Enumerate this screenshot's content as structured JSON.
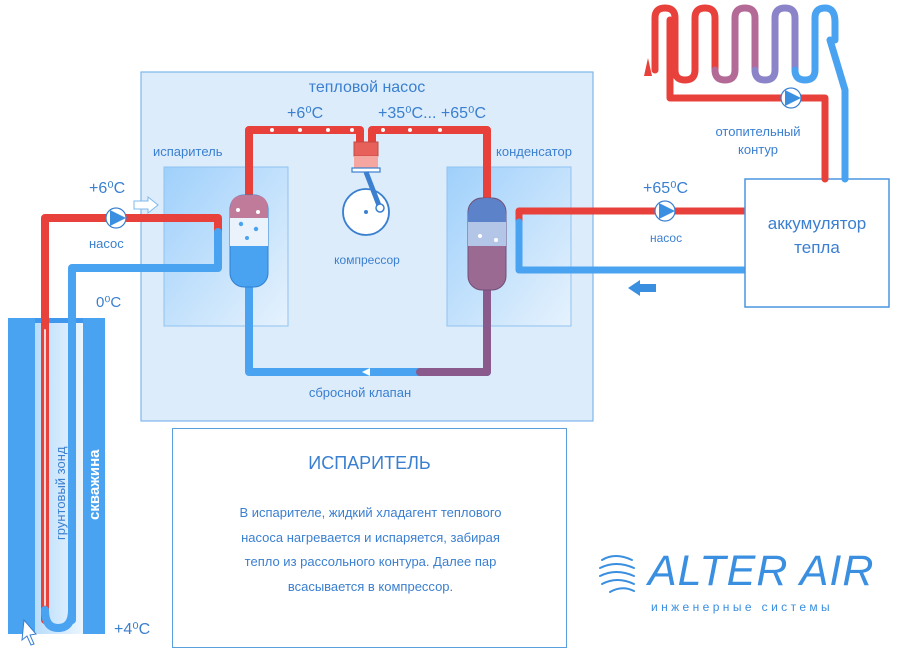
{
  "labels": {
    "heat_pump": "тепловой насос",
    "evaporator": "испаритель",
    "condenser": "конденсатор",
    "compressor": "компрессор",
    "relief_valve": "сбросной клапан",
    "pump_left": "насос",
    "pump_right": "насос",
    "heating_circuit_line1": "отопительный",
    "heating_circuit_line2": "контур",
    "accumulator_line1": "аккумулятор",
    "accumulator_line2": "тепла",
    "ground_probe": "грунтовый зонд",
    "well": "скважина"
  },
  "temperatures": {
    "evap_out": "+6⁰C",
    "comp_out": "+35⁰C... +65⁰C",
    "left_supply": "+6⁰C",
    "ground_top": "0⁰C",
    "ground_bottom": "+4⁰C",
    "right_supply": "+65⁰C"
  },
  "info": {
    "title": "ИСПАРИТЕЛЬ",
    "body": "В испарителе, жидкий хладагент теплового насоса нагревается и испаряется, забирая тепло из рассольного контура. Далее пар всасывается в компрессор."
  },
  "logo": {
    "name": "ALTER AIR",
    "tagline": "инженерные системы"
  },
  "colors": {
    "accent": "#3a7fd0",
    "hot_pipe": "#e8403a",
    "cold_pipe": "#4aa3f0",
    "panel": "#dcecfb"
  }
}
